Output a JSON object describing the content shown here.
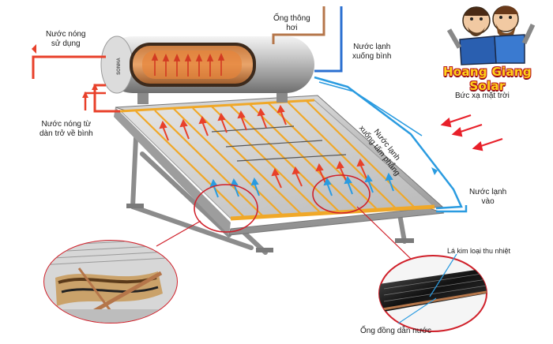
{
  "brand": {
    "name": "Hoang Giang Solar"
  },
  "tank": {
    "logo": "SONHA"
  },
  "labels": {
    "hot_water_use": "Nước nóng\nsử dụng",
    "vent_pipe": "Ống thông\nhơi",
    "cold_to_tank": "Nước lạnh\nxuống bình",
    "hot_return": "Nước nóng từ\ndàn trở về bình",
    "solar_radiation": "Bức xạ mặt trời",
    "cold_to_panel": "Nước lạnh\nxuống tấm phẳng",
    "cold_in": "Nước lạnh\nvào",
    "absorber_plate": "Lá kim loại thu nhiệt",
    "copper_pipe": "Ống đồng dẫn nước"
  },
  "colors": {
    "hot": "#e8402a",
    "cold": "#2a9be0",
    "pipe_copper": "#b5764a",
    "brand_fill": "#ffd21a",
    "brand_outline": "#b5121b"
  }
}
